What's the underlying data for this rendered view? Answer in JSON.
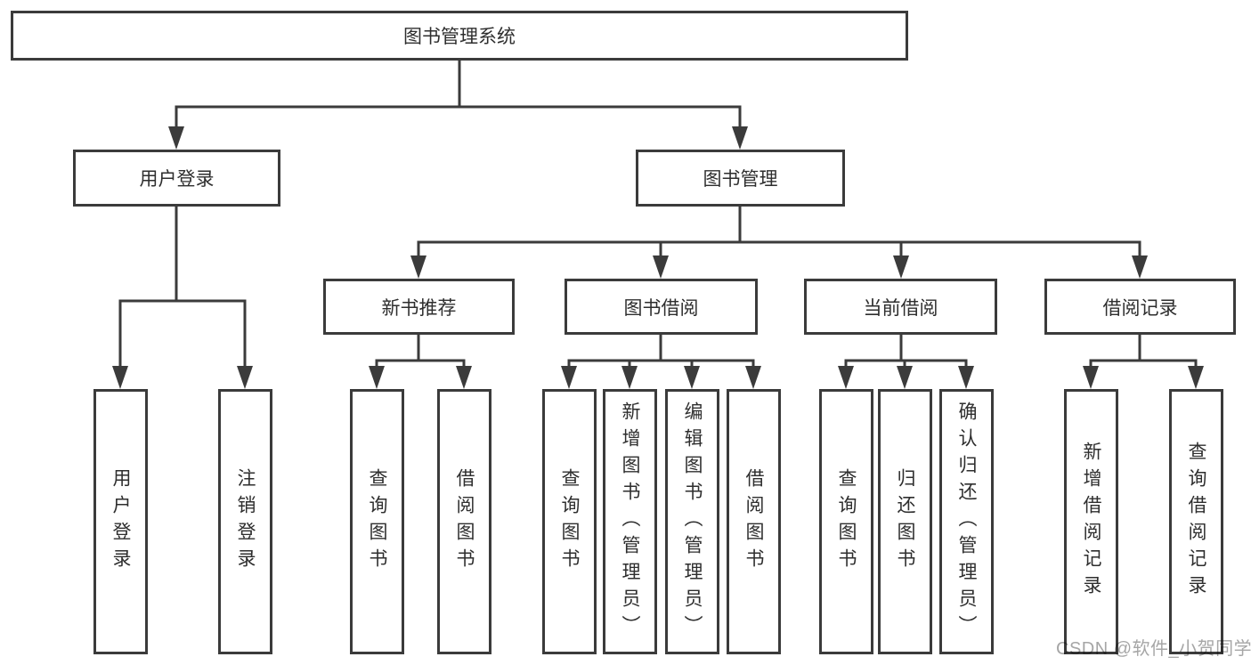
{
  "nodes": {
    "root": "图书管理系统",
    "level2": [
      "用户登录",
      "图书管理"
    ],
    "level3": [
      "新书推荐",
      "图书借阅",
      "当前借阅",
      "借阅记录"
    ],
    "leaves": {
      "login": [
        "用户登录",
        "注销登录"
      ],
      "recommend": [
        "查询图书",
        "借阅图书"
      ],
      "borrow": [
        "查询图书",
        "新增图书（管理员）",
        "编辑图书（管理员）",
        "借阅图书"
      ],
      "current": [
        "查询图书",
        "归还图书",
        "确认归还（管理员）"
      ],
      "records": [
        "新增借阅记录",
        "查询借阅记录"
      ]
    }
  },
  "watermark": "CSDN @软件_小贺同学",
  "colors": {
    "line": "#3b3b3b",
    "text": "#2e2e2e",
    "box_bg": "#ffffff",
    "watermark": "#a6a6a6"
  }
}
